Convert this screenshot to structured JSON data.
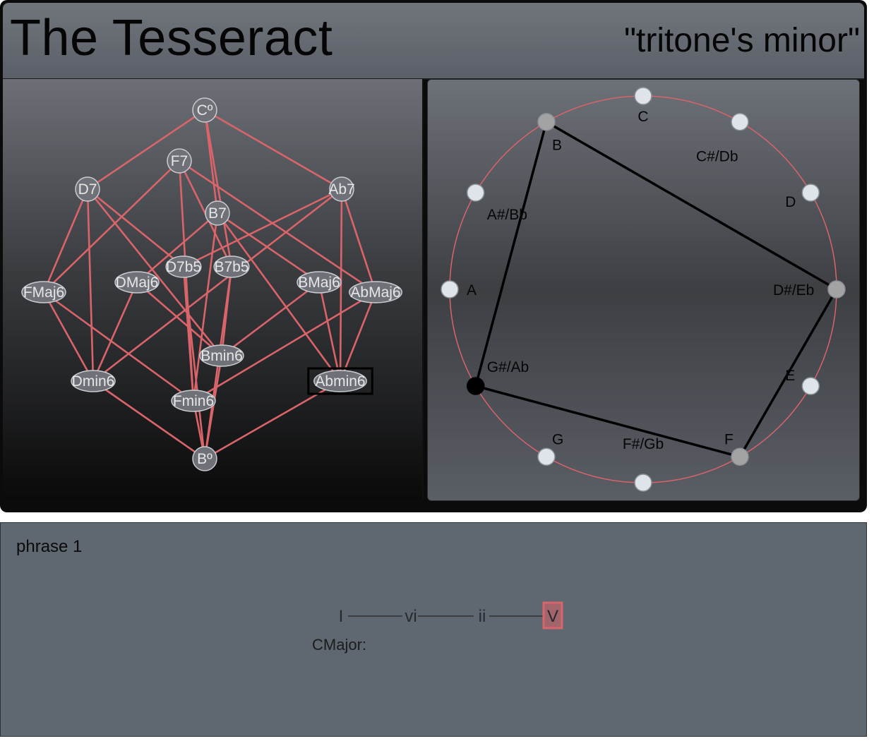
{
  "header": {
    "app_title": "The Tesseract",
    "mode_title": "\"tritone's minor\""
  },
  "chord_graph": {
    "edge_color": "#d9646a",
    "node_fill": "#6e7278",
    "selected_node": "Abmin6",
    "nodes": [
      "Cº",
      "F7",
      "D7",
      "Ab7",
      "B7",
      "D7b5",
      "B7b5",
      "FMaj6",
      "DMaj6",
      "BMaj6",
      "AbMaj6",
      "Bmin6",
      "Dmin6",
      "Fmin6",
      "Abmin6",
      "Bº"
    ]
  },
  "pitch_clock": {
    "circle_color": "#d9646a",
    "notes": [
      "C",
      "C#/Db",
      "D",
      "D#/Eb",
      "E",
      "F",
      "F#/Gb",
      "G",
      "G#/Ab",
      "A",
      "A#/Bb",
      "B"
    ],
    "active_notes": [
      "B",
      "D#/Eb",
      "F",
      "G#/Ab"
    ],
    "root_note": "G#/Ab"
  },
  "phrase": {
    "title": "phrase 1",
    "key_label": "CMajor:",
    "steps": [
      "I",
      "vi",
      "ii",
      "V"
    ],
    "active_step": "V",
    "highlight_color": "#d9646a"
  }
}
